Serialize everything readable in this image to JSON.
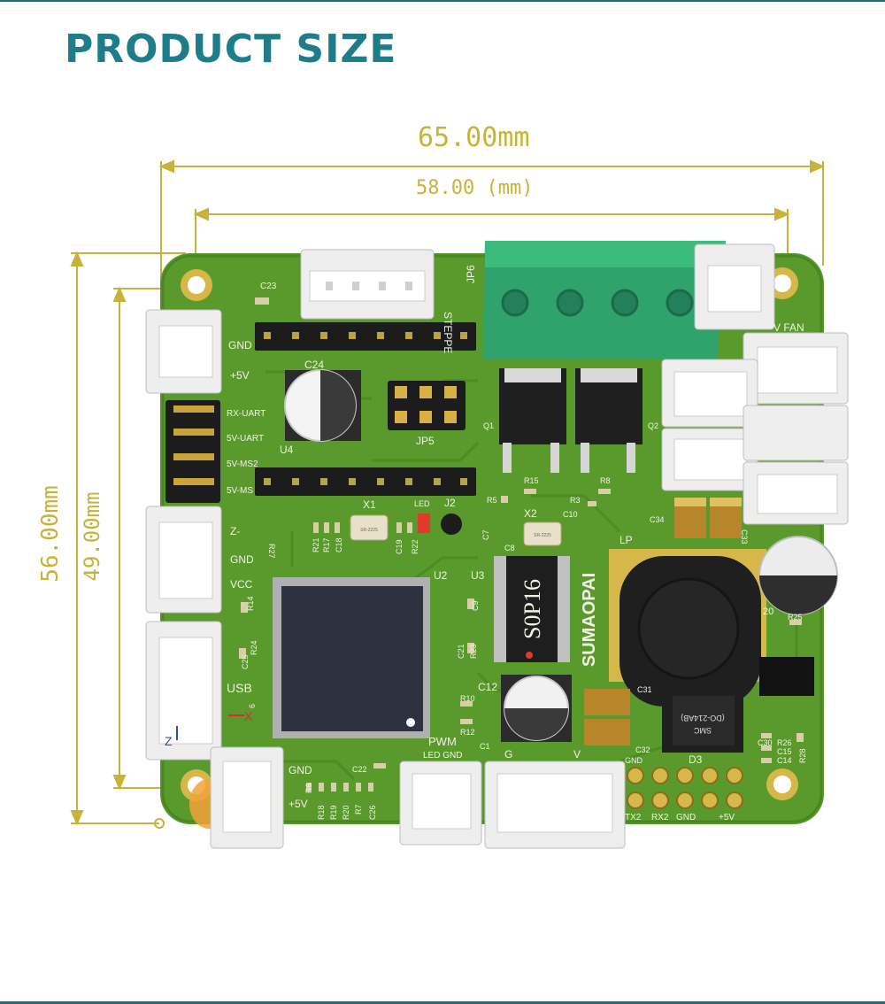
{
  "header": {
    "title": "PRODUCT SIZE"
  },
  "dimensions": {
    "overall_width": "65.00mm",
    "mount_width": "58.00 (mm)",
    "overall_height": "56.00mm",
    "mount_height": "49.00mm"
  },
  "board": {
    "brand": "SUMAOPAI",
    "chip_label": "S0P16",
    "diode_label_1": "(DO-214AB)",
    "diode_label_2": "SMC",
    "silk": {
      "gnd_left": "GND",
      "plus5v_left": "+5V",
      "rx_uart": "RX-UART",
      "v5_uart": "5V-UART",
      "v5_ms2": "5V-MS2",
      "v5_ms": "5V-MS",
      "z_minus": "Z-",
      "gnd_mid": "GND",
      "vcc": "VCC",
      "usb": "USB",
      "z_axis": "Z",
      "x_axis": "X",
      "stepper": "STEPPE",
      "jp6": "JP6",
      "fan": "V FAN",
      "c23": "C23",
      "c24": "C24",
      "u4": "U4",
      "jp5": "JP5",
      "x1": "X1",
      "x2": "X2",
      "led": "LED",
      "j2": "J2",
      "u2": "U2",
      "u3": "U3",
      "q1": "Q1",
      "q2": "Q2",
      "r15": "R15",
      "r8": "R8",
      "r5": "R5",
      "r3": "R3",
      "c10": "C10",
      "c7": "C7",
      "c8": "C8",
      "c9": "C9",
      "c21": "C21",
      "r23": "R23",
      "c12": "C12",
      "r10": "R10",
      "r12": "R12",
      "c1": "C1",
      "pwm": "PWM",
      "led_gnd": "LED GND",
      "g": "G",
      "v": "V",
      "lp": "LP",
      "c34": "C34",
      "c33": "C33",
      "c31": "C31",
      "c32": "C32",
      "d3": "D3",
      "gnd_bottom": "GND",
      "tx2": "TX2",
      "rx2": "RX2",
      "gnd_header": "GND",
      "plus5v_header": "+5V",
      "gnd_lower_left": "GND",
      "plus5v_lower_left": "+5V",
      "c22": "C22",
      "r6": "R6",
      "r18": "R18",
      "r19": "R19",
      "r20": "R20",
      "r7": "R7",
      "c26": "C26",
      "r27": "R27",
      "r21": "R21",
      "r17": "R17",
      "c18": "C18",
      "c19": "C19",
      "r22": "R22",
      "r14": "R14",
      "r24": "R24",
      "c25": "C25",
      "r25": "R25",
      "c30": "C30",
      "r26": "R26",
      "c15": "C15",
      "c14": "C14",
      "r28": "R28",
      "n20": "20",
      "n6": "6",
      "x_crystal_1": "SR-2225",
      "x_crystal_2": "SR-2225"
    }
  },
  "colors": {
    "accent": "#1f7d8a",
    "dimension": "#c8b33a",
    "pcb": "#5a9a2c",
    "silkscreen": "#f2f2e6",
    "terminal": "#2fa36b"
  }
}
